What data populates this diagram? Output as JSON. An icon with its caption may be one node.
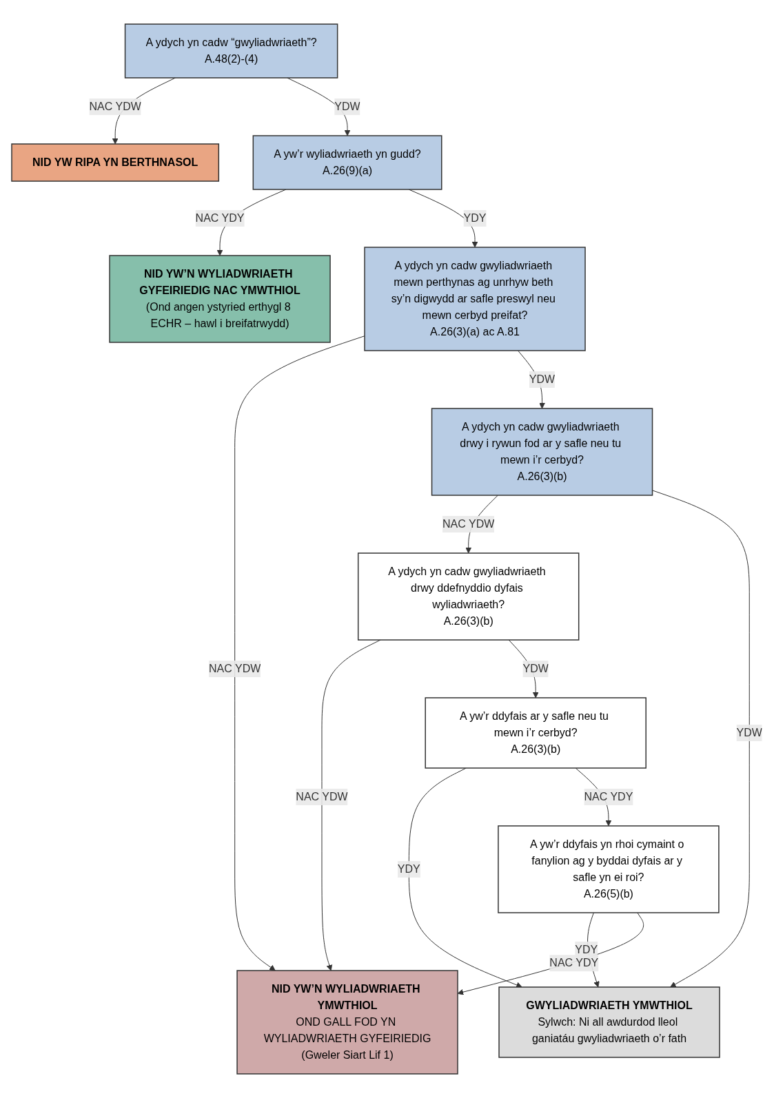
{
  "diagram": {
    "nodes": [
      {
        "text": [
          "A ydych yn cadw “gwyliadwriaeth”?",
          "A.48(2)-(4)"
        ]
      },
      {
        "text": [
          "NID YW RIPA YN BERTHNASOL"
        ]
      },
      {
        "text": [
          "A yw’r wyliadwriaeth yn gudd?",
          "A.26(9)(a)"
        ]
      },
      {
        "text": [
          "NID YW’N WYLIADWRIAETH GYFEIRIEDIG NAC YMWTHIOL",
          "(Ond angen ystyried erthygl 8 ECHR – hawl i breifatrwydd)"
        ]
      },
      {
        "text": [
          "A ydych yn cadw gwyliadwriaeth mewn perthynas ag unrhyw beth sy’n digwydd ar safle preswyl neu mewn cerbyd preifat?",
          "A.26(3)(a) ac A.81"
        ]
      },
      {
        "text": [
          "NID YW’N WYLIADWRIAETH YMWTHIOL",
          "OND GALL FOD YN WYLIADWRIAETH GYFEIRIEDIG",
          "(Gweler Siart Lif 1)"
        ]
      },
      {
        "text": [
          "A ydych yn cadw gwyliadwriaeth drwy i rywun fod ar y safle neu tu mewn i’r cerbyd?",
          "A.26(3)(b)"
        ]
      },
      {
        "text": [
          "A ydych yn cadw gwyliadwriaeth drwy ddefnyddio dyfais wyliadwriaeth?",
          "A.26(3)(b)"
        ]
      },
      {
        "text": [
          "GWYLIADWRIAETH YMWTHIOL",
          "Sylwch: Ni all awdurdod lleol ganiatáu gwyliadwriaeth o’r fath"
        ]
      },
      {
        "text": [
          "A yw’r ddyfais ar y safle neu tu mewn i’r cerbyd?",
          "A.26(3)(b)"
        ]
      },
      {
        "text": [
          "A yw’r ddyfais yn rhoi cymaint o fanylion ag y byddai dyfais ar y safle yn ei roi?",
          "A.26(5)(b)"
        ]
      }
    ],
    "edges": [
      {
        "from": 0,
        "to": 1,
        "arrow": "to",
        "label": "NAC YDW"
      },
      {
        "from": 0,
        "to": 2,
        "arrow": "to",
        "label": "YDW"
      },
      {
        "from": 2,
        "to": 3,
        "arrow": "to",
        "label": "NAC YDY"
      },
      {
        "from": 2,
        "to": 4,
        "arrow": "to",
        "label": "YDY"
      },
      {
        "from": 4,
        "to": 5,
        "arrow": "to",
        "label": "NAC YDW"
      },
      {
        "from": 4,
        "to": 6,
        "arrow": "to",
        "label": "YDW"
      },
      {
        "from": 6,
        "to": 7,
        "arrow": "to",
        "label": "NAC YDW"
      },
      {
        "from": 6,
        "to": 8,
        "arrow": "to",
        "label": "YDW"
      },
      {
        "from": 7,
        "to": 5,
        "arrow": "to",
        "label": "NAC YDW"
      },
      {
        "from": 7,
        "to": 9,
        "arrow": "to",
        "label": "YDW"
      },
      {
        "from": 9,
        "to": 8,
        "arrow": "to",
        "label": "YDY"
      },
      {
        "from": 9,
        "to": 10,
        "arrow": "to",
        "label": "NAC YDY"
      },
      {
        "from": 10,
        "to": 8,
        "arrow": "to",
        "label": "YDY"
      },
      {
        "from": 10,
        "to": 5,
        "arrow": "to",
        "label": "NAC YDY"
      }
    ]
  }
}
